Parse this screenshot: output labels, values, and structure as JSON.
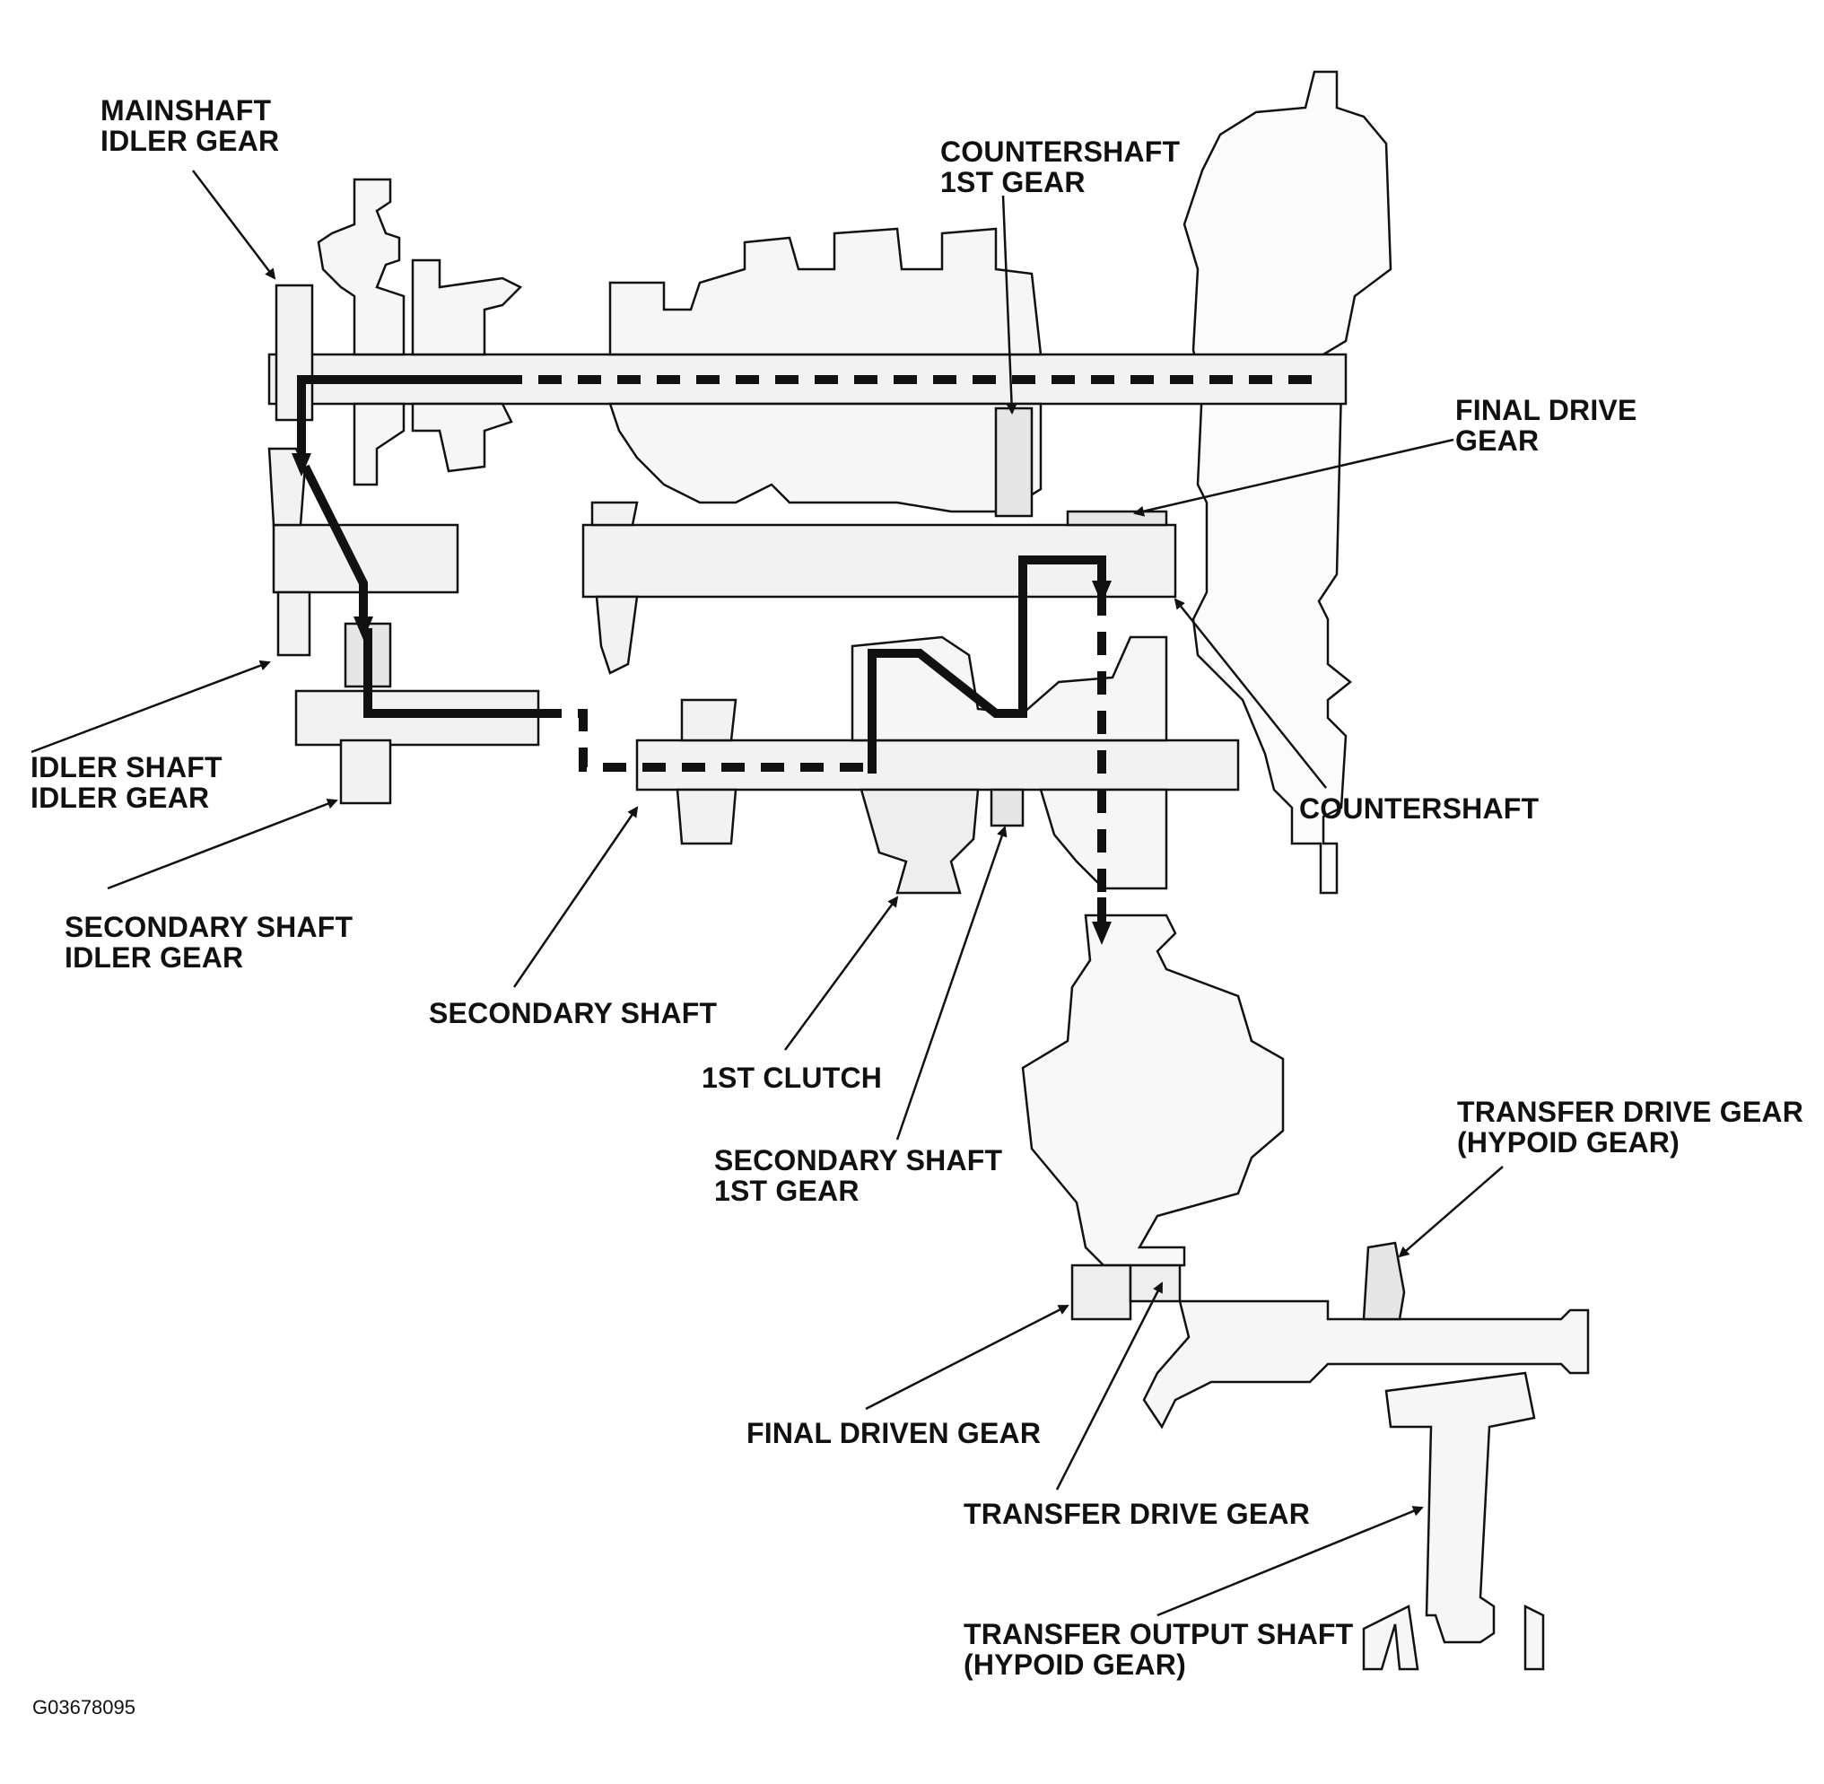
{
  "labels": {
    "mainshaft_idler_gear": "MAINSHAFT\nIDLER GEAR",
    "countershaft_1st_gear": "COUNTERSHAFT\n1ST GEAR",
    "final_drive_gear": "FINAL DRIVE\nGEAR",
    "idler_shaft_idler_gear": "IDLER SHAFT\nIDLER GEAR",
    "countershaft": "COUNTERSHAFT",
    "secondary_shaft_idler_gear": "SECONDARY SHAFT\nIDLER GEAR",
    "secondary_shaft": "SECONDARY SHAFT",
    "first_clutch": "1ST CLUTCH",
    "secondary_shaft_1st_gear": "SECONDARY SHAFT\n1ST GEAR",
    "transfer_drive_gear_hypoid": "TRANSFER DRIVE GEAR\n(HYPOID GEAR)",
    "final_driven_gear": "FINAL DRIVEN GEAR",
    "transfer_drive_gear": "TRANSFER DRIVE GEAR",
    "transfer_output_shaft": "TRANSFER OUTPUT SHAFT\n(HYPOID GEAR)"
  },
  "figure_code": "G03678095",
  "colors": {
    "ink": "#111111",
    "paper": "#ffffff",
    "housing": "#f4f4f4"
  }
}
